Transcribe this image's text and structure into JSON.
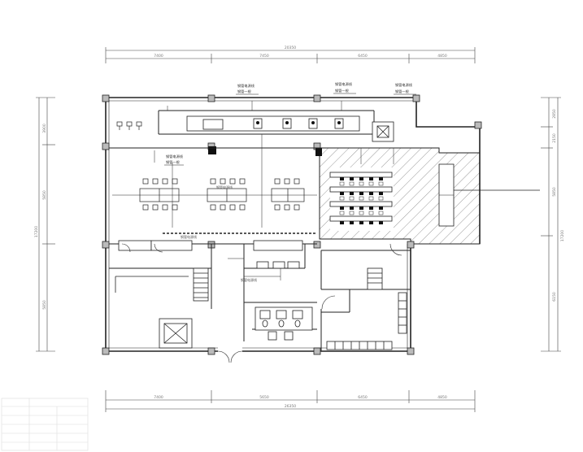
{
  "dimensions": {
    "top_total": "20350",
    "top_segments": [
      "7400",
      "7450",
      "6450",
      "4850"
    ],
    "bottom_total": "26350",
    "bottom_segments": [
      "7400",
      "5650",
      "6450",
      "4850"
    ],
    "left_total": "17200",
    "left_segments": [
      "3900",
      "5850",
      "5850"
    ],
    "right_total": "17200",
    "right_segments": [
      "2850",
      "2150",
      "5850",
      "6150"
    ]
  },
  "annotations": {
    "ann1_line1": "钢管电源线",
    "ann1_line2": "钢管一根",
    "ann2_line1": "钢管电源线",
    "ann2_line2": "钢管一根",
    "ann3_line1": "钢管电源线",
    "ann3_line2": "钢管一根",
    "ann4_line1": "钢管电源线",
    "ann4_line2": "钢管一根",
    "ann5": "钢管电源线",
    "ann6": "钢管电源线",
    "ann7": "钢管电源线"
  },
  "title_block": {
    "rows": [
      "",
      "",
      "",
      "",
      "",
      ""
    ]
  }
}
